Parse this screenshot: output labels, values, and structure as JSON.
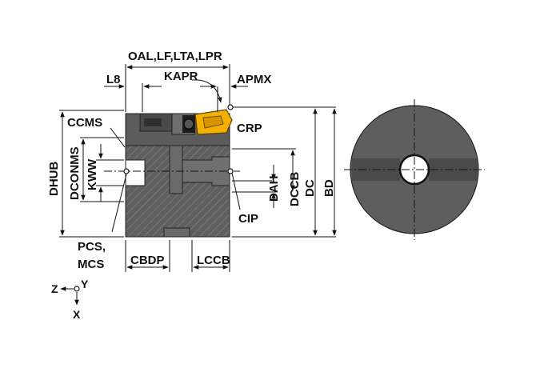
{
  "labels": {
    "oal": "OAL,LF,LTA,LPR",
    "l8": "L8",
    "kapr": "KAPR",
    "apmx": "APMX",
    "ccms": "CCMS",
    "crp": "CRP",
    "dhub": "DHUB",
    "dconms": "DCONMS",
    "kww": "KWW",
    "dah": "DAH",
    "dccb": "DCCB",
    "dc": "DC",
    "bd": "BD",
    "cip": "CIP",
    "pcs": "PCS,",
    "mcs": "MCS",
    "cbdp": "CBDP",
    "lccb": "LCCB"
  },
  "axes": {
    "z": "Z",
    "y": "Y",
    "x": "X"
  },
  "colors": {
    "body": "#5b5b5b",
    "body_dark": "#3f3f3f",
    "hatch": "#7a7a7a",
    "insert": "#f3b000",
    "line": "#111111"
  }
}
